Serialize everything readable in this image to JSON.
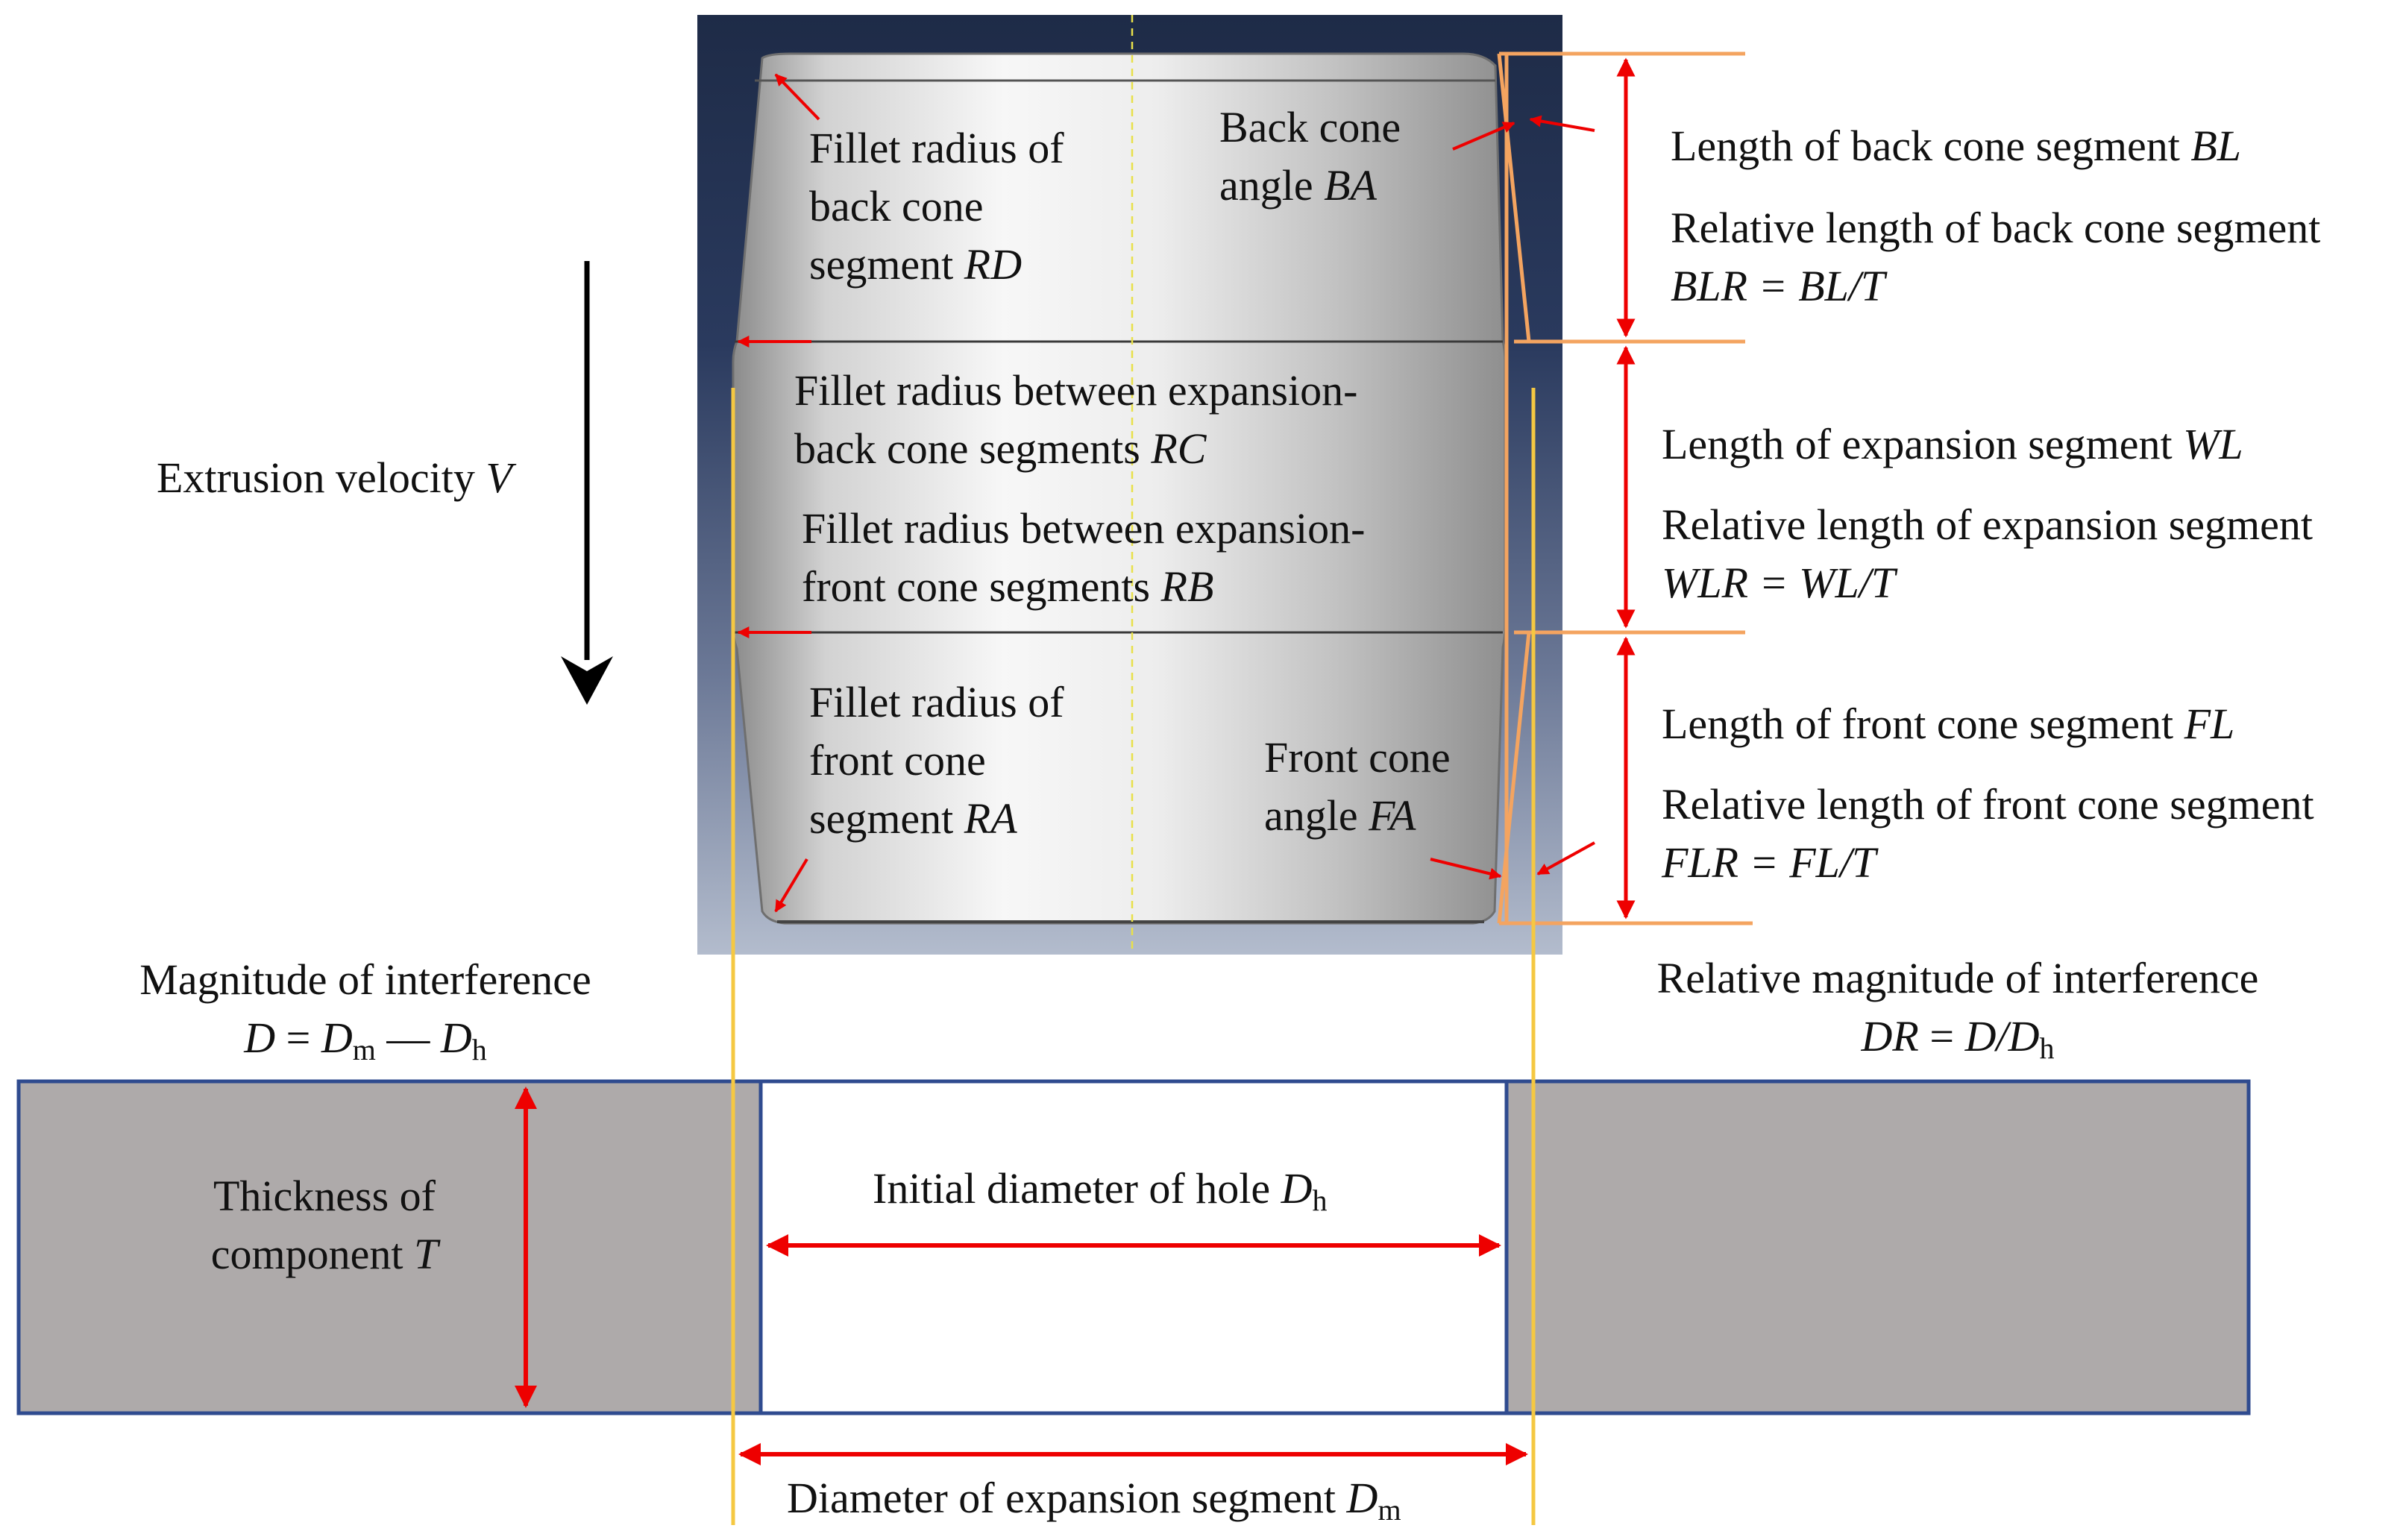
{
  "labels": {
    "rd_l1": "Fillet radius of",
    "rd_l2": "back cone",
    "rd_l3": "segment ",
    "rd_sym": "RD",
    "ba_l1": "Back cone",
    "ba_l2": "angle ",
    "ba_sym": "BA",
    "rc_l1": "Fillet radius between expansion-",
    "rc_l2": "back cone segments ",
    "rc_sym": "RC",
    "rb_l1": "Fillet radius between expansion-",
    "rb_l2": "front cone segments ",
    "rb_sym": "RB",
    "ra_l1": "Fillet radius of",
    "ra_l2": "front cone",
    "ra_l3": "segment ",
    "ra_sym": "RA",
    "fa_l1": "Front cone",
    "fa_l2": "angle ",
    "fa_sym": "FA",
    "velocity": "Extrusion velocity ",
    "velocity_sym": "V",
    "bl_text": "Length of back cone segment ",
    "bl_sym": "BL",
    "blr_text": "Relative length of back cone segment",
    "blr_formula": "BLR = BL/T",
    "wl_text": "Length of expansion segment ",
    "wl_sym": "WL",
    "wlr_text": "Relative length of expansion segment",
    "wlr_formula": "WLR = WL/T",
    "fl_text": "Length of front cone segment ",
    "fl_sym": "FL",
    "flr_text": "Relative length of front cone segment",
    "flr_formula": "FLR = FL/T",
    "interf_text": "Magnitude of interference",
    "interf_D": "D",
    "interf_eq": " = ",
    "interf_Dm": "D",
    "interf_m": "m",
    "interf_minus": " — ",
    "interf_Dh": "D",
    "interf_h": "h",
    "rel_interf_text": "Relative magnitude of interference",
    "rel_interf_DR": "DR",
    "rel_interf_eq": " = ",
    "rel_interf_D": "D/D",
    "rel_interf_h": "h",
    "thick_l1": "Thickness of",
    "thick_l2": "component ",
    "thick_sym": "T",
    "hole_text": "Initial diameter of  hole ",
    "hole_D": "D",
    "hole_h": "h",
    "exp_text": "Diameter of expansion segment ",
    "exp_D": "D",
    "exp_m": "m"
  },
  "colors": {
    "dark_bg": "#233150",
    "plate": "#aeaaaa",
    "plate_border": "#2f4b8f",
    "red_arrow": "#ee0000",
    "orange_line": "#f4a460",
    "yellow_line": "#f5c842",
    "axis_line": "#e8e04a"
  }
}
